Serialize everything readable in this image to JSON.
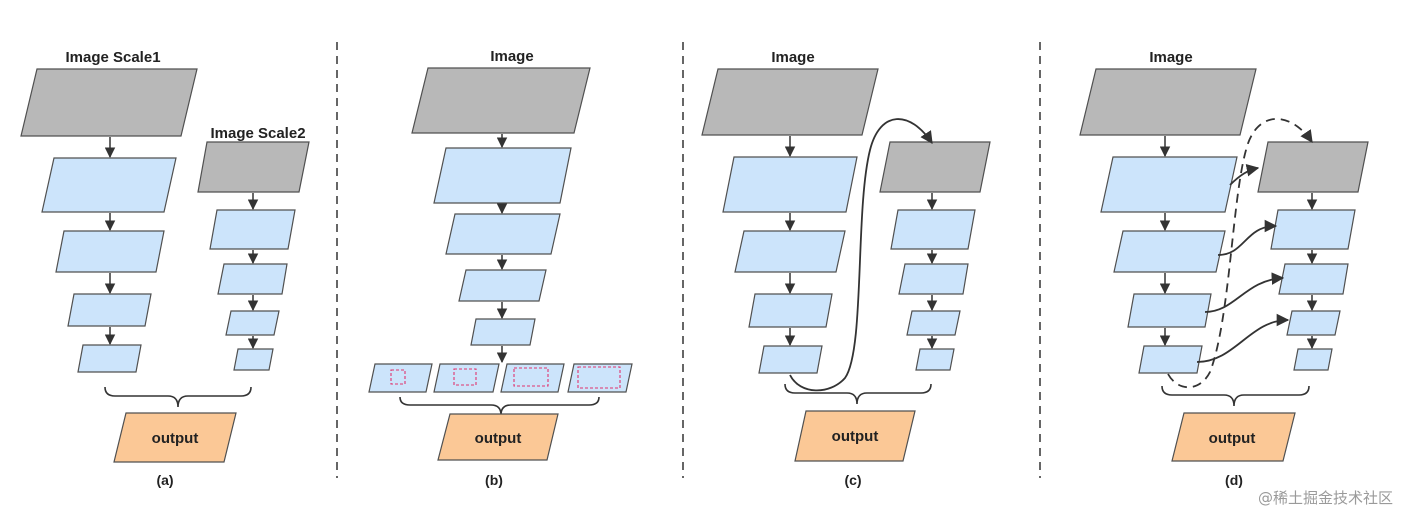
{
  "panel_a": {
    "title1": "Image Scale1",
    "title2": "Image Scale2",
    "output": "output",
    "caption": "(a)"
  },
  "panel_b": {
    "title": "Image",
    "output": "output",
    "caption": "(b)"
  },
  "panel_c": {
    "title": "Image",
    "output": "output",
    "caption": "(c)"
  },
  "panel_d": {
    "title": "Image",
    "output": "output",
    "caption": "(d)"
  },
  "watermark": "@稀土掘金技术社区",
  "colors": {
    "image": "#b8b8b8",
    "feature": "#cce4fb",
    "output": "#fbc896",
    "anchor_box": "#e0336e"
  }
}
